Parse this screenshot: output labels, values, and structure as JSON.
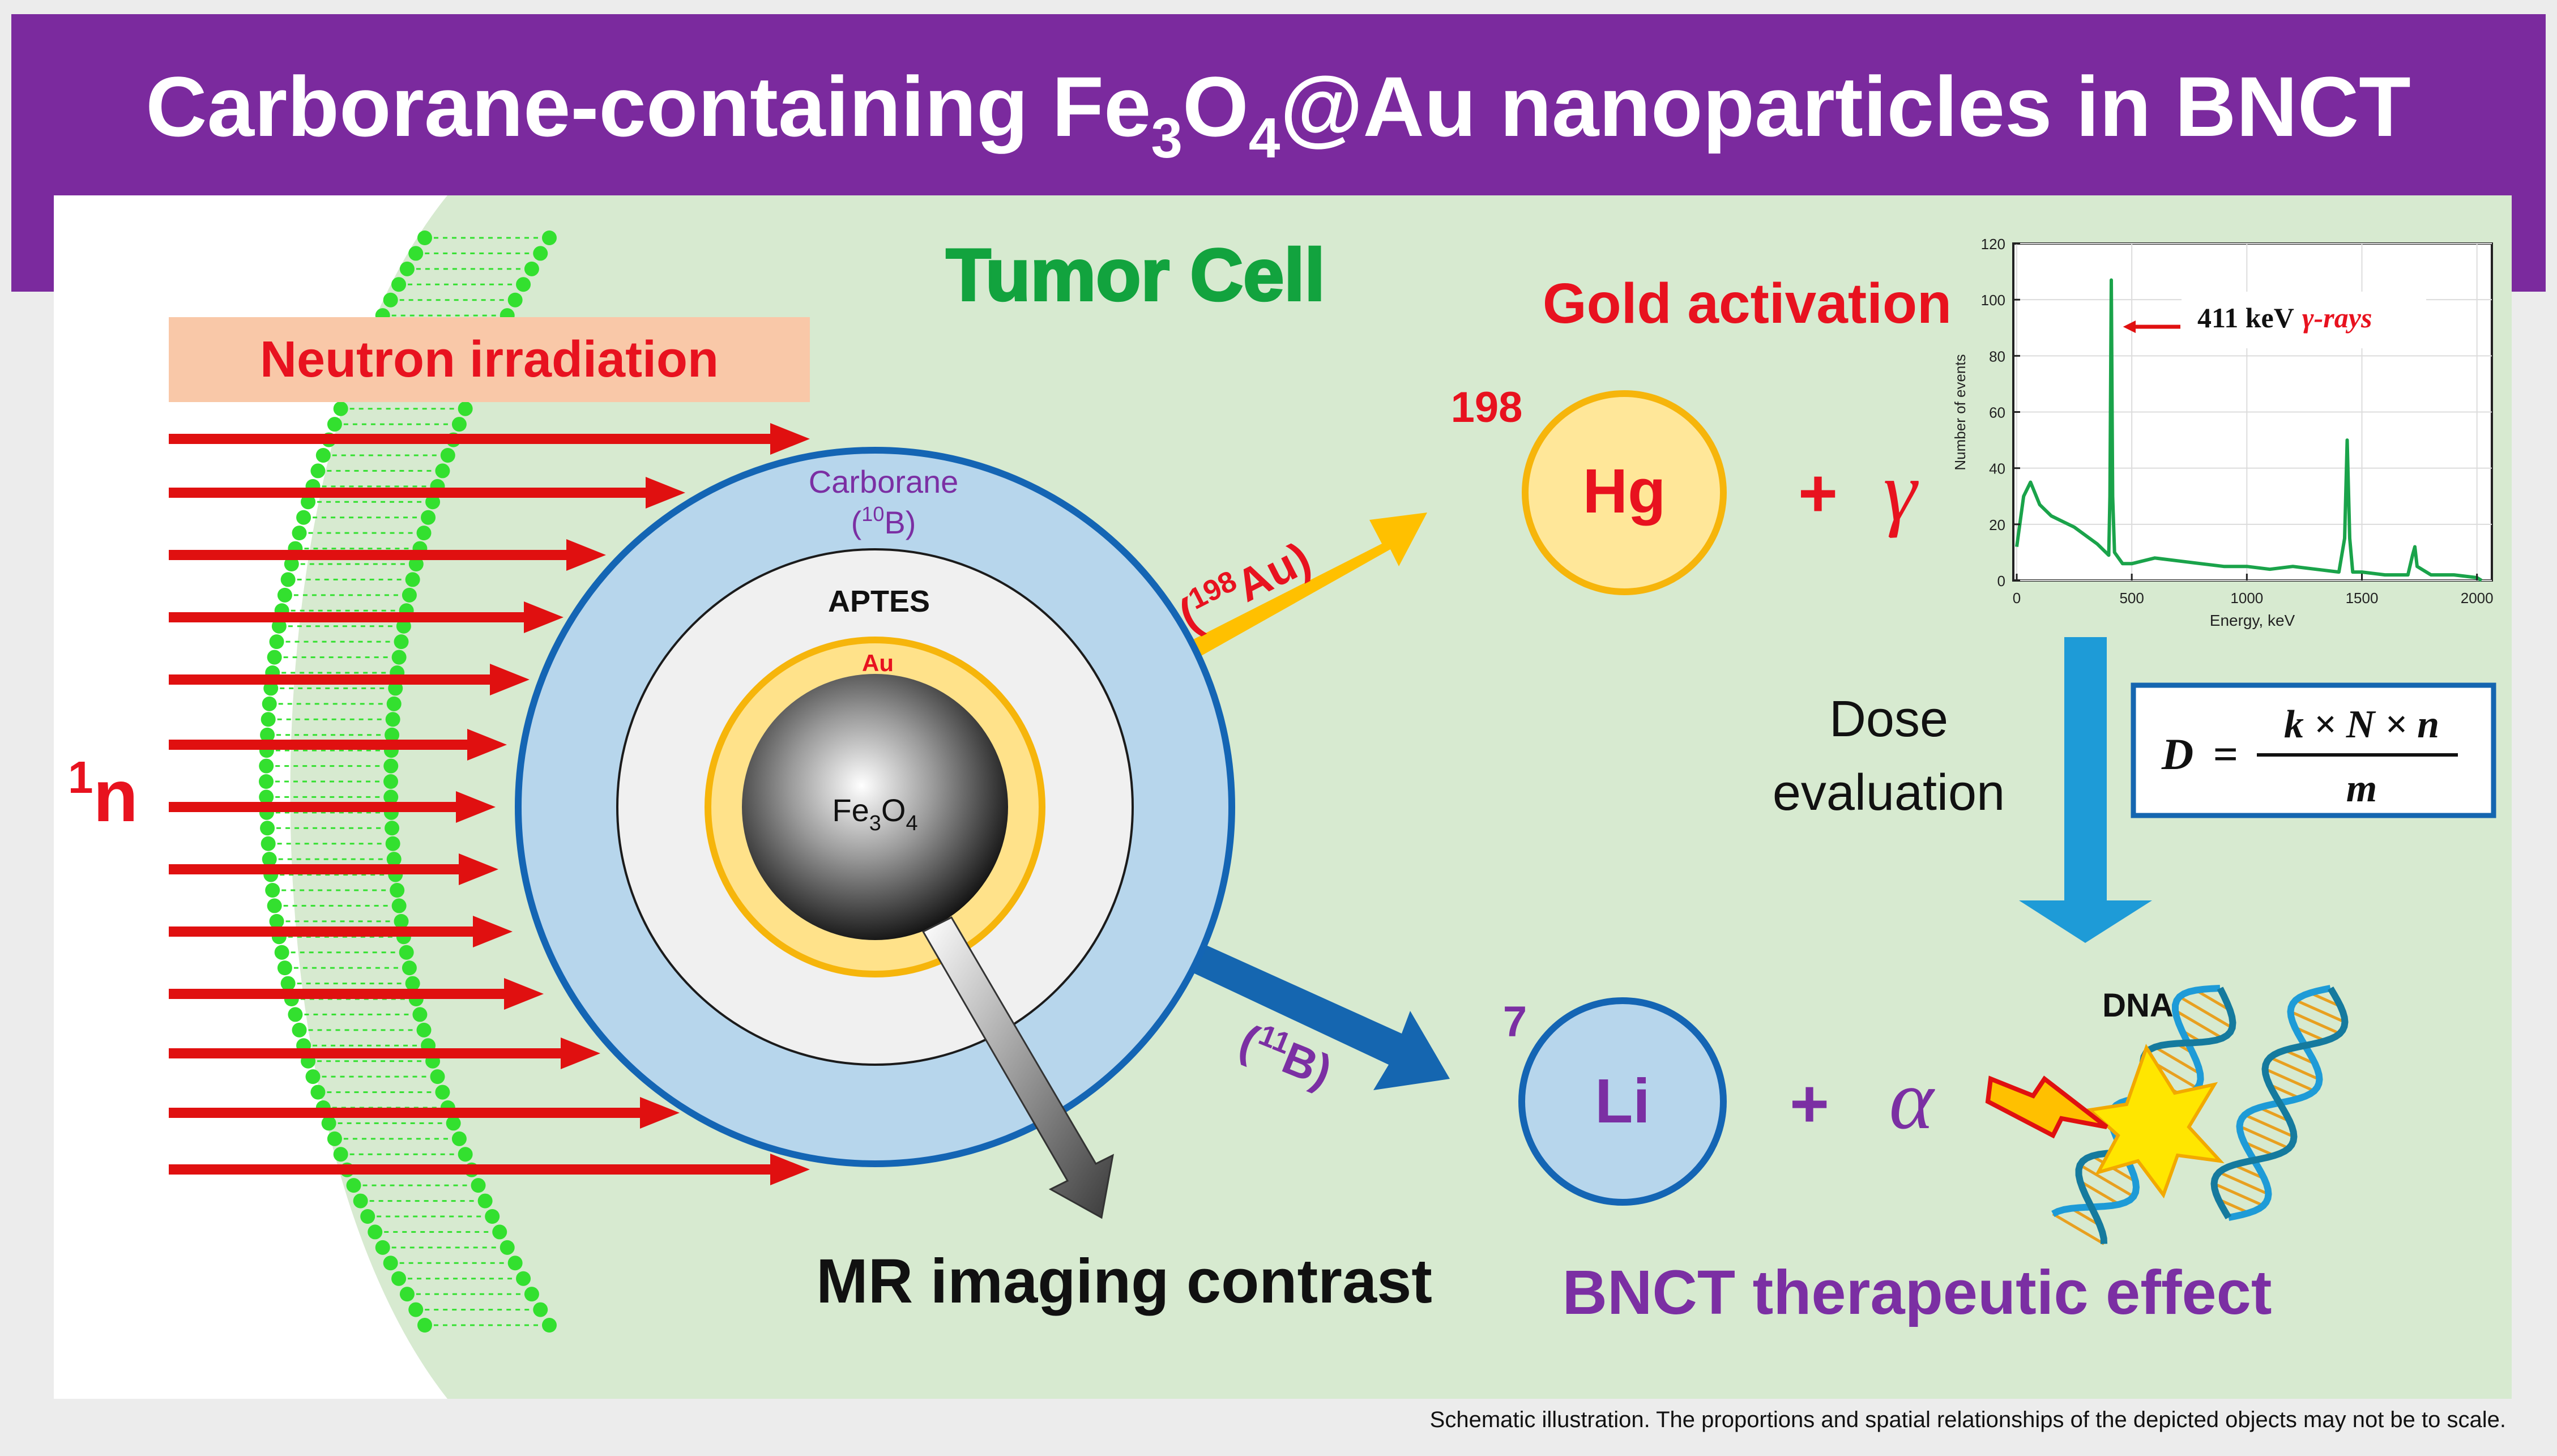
{
  "title": {
    "part1": "Carborane-containing Fe",
    "sub3": "3",
    "part2": "O",
    "sub4": "4",
    "part3": "@Au nanoparticles in BNCT"
  },
  "labels": {
    "tumor_cell": "Tumor Cell",
    "neutron_irradiation": "Neutron irradiation",
    "neutron_sup": "1",
    "neutron_symbol": "n",
    "carborane_line1": "Carborane",
    "carborane_line2_open": "(",
    "carborane_line2_sup": "10",
    "carborane_line2_rest": "B)",
    "aptes": "APTES",
    "au": "Au",
    "core_fe": "Fe",
    "core_sub3": "3",
    "core_o": "O",
    "core_sub4": "4",
    "au198_open": "(",
    "au198_sup": "198",
    "au198_rest": "Au)",
    "b11_open": "(",
    "b11_sup": "11",
    "b11_rest": "B)",
    "gold_activation": "Gold activation",
    "hg_mass": "198",
    "hg_symbol": "Hg",
    "plus_gamma_plus": "+",
    "plus_gamma_symbol": "γ",
    "li_mass": "7",
    "li_symbol": "Li",
    "plus_alpha_plus": "+",
    "plus_alpha_symbol": "α",
    "dose_line1": "Dose",
    "dose_line2": "evaluation",
    "dna": "DNA",
    "mr_imaging": "MR imaging contrast",
    "bnct_effect": "BNCT therapeutic effect",
    "footnote": "Schematic illustration. The proportions and spatial relationships of the depicted objects may not be to scale."
  },
  "formula": {
    "lhs": "D",
    "eq": "=",
    "numerator": "k × N × n",
    "denominator": "m"
  },
  "spectrum": {
    "ylabel": "Number of events",
    "xlabel": "Energy, keV",
    "annotation_energy": "411 keV",
    "annotation_type": "γ-rays",
    "y_ticks": [
      "0",
      "20",
      "40",
      "60",
      "80",
      "100",
      "120"
    ],
    "x_ticks": [
      "0",
      "500",
      "1000",
      "1500",
      "2000"
    ]
  },
  "chart_data": {
    "type": "line",
    "xlabel": "Energy, keV",
    "ylabel": "Number of events",
    "xlim": [
      0,
      2050
    ],
    "ylim": [
      0,
      120
    ],
    "series": [
      {
        "x": [
          0,
          30,
          60,
          100,
          150,
          200,
          250,
          300,
          350,
          400,
          405,
          411,
          417,
          425,
          460,
          500,
          600,
          700,
          800,
          900,
          1000,
          1100,
          1200,
          1300,
          1400,
          1425,
          1436,
          1447,
          1460,
          1500,
          1600,
          1700,
          1720,
          1730,
          1740,
          1800,
          1900,
          2000,
          2020
        ],
        "y": [
          12,
          30,
          35,
          27,
          23,
          21,
          19,
          16,
          13,
          9,
          30,
          107,
          30,
          10,
          6,
          6,
          8,
          7,
          6,
          5,
          5,
          4,
          5,
          4,
          3,
          15,
          50,
          15,
          3,
          3,
          2,
          2,
          9,
          12,
          5,
          2,
          2,
          1,
          0
        ]
      }
    ],
    "grid": true
  },
  "colors": {
    "title_bar": "#7b2a9e",
    "cell_bg": "#d7ead0",
    "outer_bg": "#ececec",
    "membrane": "#33e02f",
    "neutron_arrow": "#e01010",
    "red_text": "#e8121f",
    "purple_text": "#7b2fa3",
    "green_title": "#12a33e",
    "gold_arrow": "#ffc000",
    "blue_arrow": "#1566b0",
    "carborane_fill": "#b7d6ec",
    "carborane_edge": "#1465b4",
    "aptes_fill": "#f0f0f0",
    "au_fill": "#ffe28a",
    "au_edge": "#f6b50b",
    "hg_fill": "#ffe799",
    "li_fill": "#b7d6ec",
    "spectrum_line": "#1aa34a",
    "spectrum_peak": "#2aa8a8",
    "dose_arrow": "#1e9bd7",
    "label_bg": "#f9c8a8"
  }
}
